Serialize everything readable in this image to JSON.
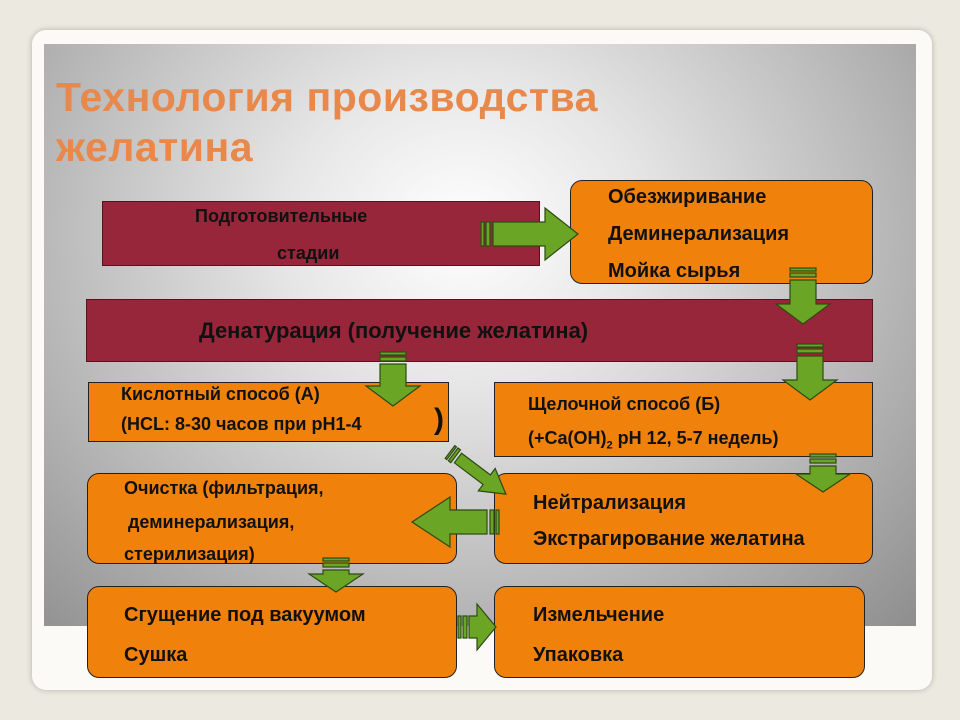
{
  "title_line1": "Технология производства",
  "title_line2": "желатина",
  "prep": {
    "line1": "Подготовительные",
    "line2": "стадии"
  },
  "degrease": {
    "line1": "Обезжиривание",
    "line2": "Деминерализация",
    "line3": "Мойка сырья"
  },
  "denat": {
    "text": "Денатурация (получение желатина)"
  },
  "acid": {
    "line1": "Кислотный способ (А)",
    "line2": "(HCL: 8-30 часов при pH1-4",
    "paren": ")"
  },
  "alkali": {
    "line1": "Щелочной способ (Б)",
    "line2a": "(+Ca(OH)",
    "sub": "2",
    "line2b": " pH 12, 5-7 недель)"
  },
  "purify": {
    "line1": "Очистка (фильтрация,",
    "line2": "деминерализация,",
    "line3": "стерилизация)"
  },
  "neutral": {
    "line1": "Нейтрализация",
    "line2": "Экстрагирование желатина"
  },
  "vacuum": {
    "line1": "Сгущение под вакуумом",
    "line2": "Сушка"
  },
  "grind": {
    "line1": "Измельчение",
    "line2": "Упаковка"
  },
  "colors": {
    "title": "#e8884a",
    "red_box": "#98263a",
    "orange_box": "#f0820c",
    "arrow": "#6aa526"
  }
}
